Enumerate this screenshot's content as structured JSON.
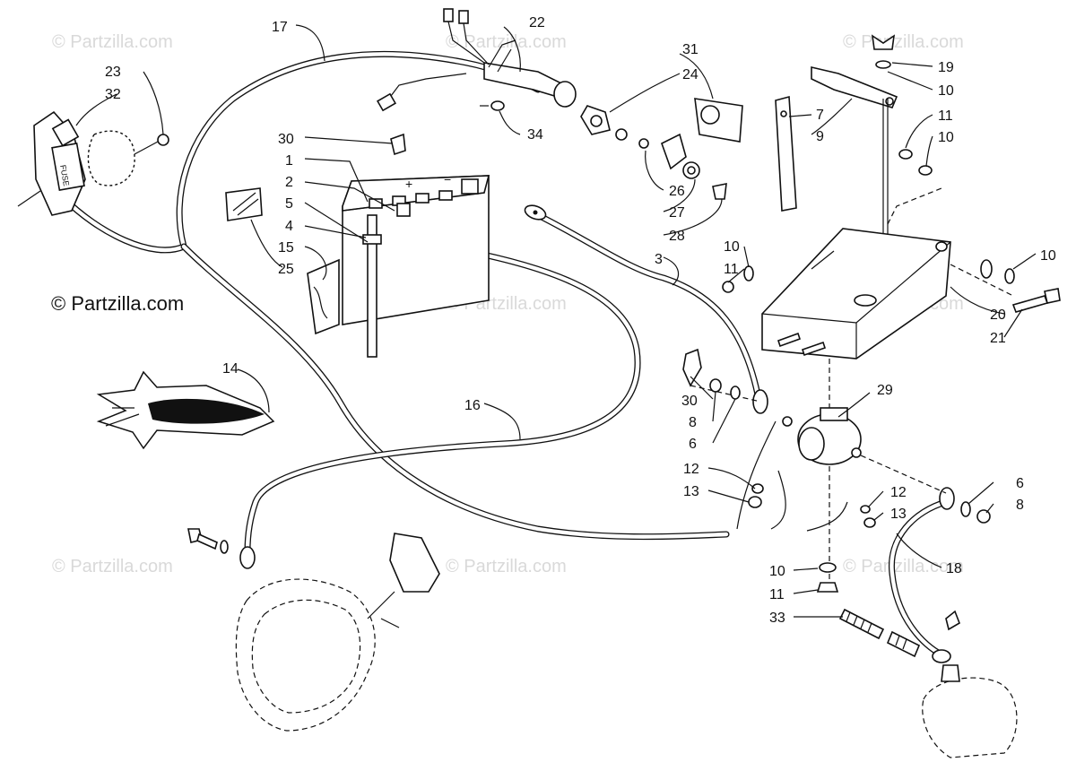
{
  "watermark": {
    "text": "© Partzilla.com",
    "main_text": "© Partzilla.com"
  },
  "callouts": {
    "c1": "1",
    "c2": "2",
    "c3": "3",
    "c4": "4",
    "c5": "5",
    "c6a": "6",
    "c6b": "6",
    "c7": "7",
    "c8a": "8",
    "c8b": "8",
    "c9": "9",
    "c10a": "10",
    "c10b": "10",
    "c10c": "10",
    "c10d": "10",
    "c10e": "10",
    "c11a": "11",
    "c11b": "11",
    "c11c": "11",
    "c12a": "12",
    "c12b": "12",
    "c13a": "13",
    "c13b": "13",
    "c14": "14",
    "c15": "15",
    "c16": "16",
    "c17": "17",
    "c18": "18",
    "c19": "19",
    "c20": "20",
    "c21": "21",
    "c22": "22",
    "c23": "23",
    "c24": "24",
    "c25": "25",
    "c26": "26",
    "c27": "27",
    "c28": "28",
    "c29": "29",
    "c30a": "30",
    "c30b": "30",
    "c31": "31",
    "c32": "32",
    "c33": "33",
    "c34": "34"
  },
  "parts": {
    "fuse_label": "FUSE",
    "battery_plus": "+",
    "battery_minus": "−"
  },
  "colors": {
    "ink": "#111111",
    "watermark": "#d9d9d9",
    "background": "#ffffff"
  }
}
